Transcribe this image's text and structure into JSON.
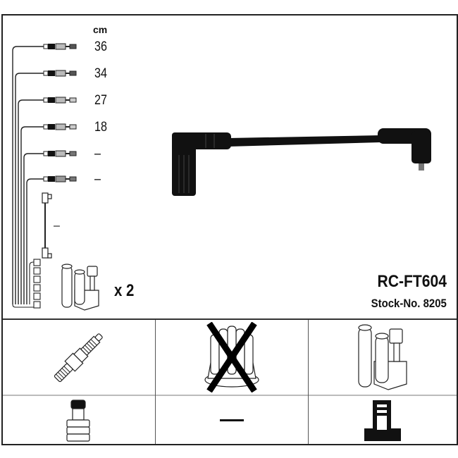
{
  "header": {
    "unit_label": "cm",
    "part_number": "RC-FT604",
    "stock_number": "Stock-No. 8205",
    "coil_quantity": "x 2"
  },
  "cable_lengths": [
    {
      "length": "36"
    },
    {
      "length": "34"
    },
    {
      "length": "27"
    },
    {
      "length": "18"
    },
    {
      "length": "–"
    },
    {
      "length": "–"
    }
  ],
  "vertical_cable_label": "–",
  "main_image": {
    "icon": "ignition-lead-icon",
    "description": "Single black ignition lead with angled boots at both ends"
  },
  "compatibility_grid": {
    "rows": [
      [
        {
          "icon": "spark-plug-icon",
          "excluded": false
        },
        {
          "icon": "distributor-cap-icon",
          "excluded": true
        },
        {
          "icon": "ignition-coil-icon",
          "excluded": false
        }
      ],
      [
        {
          "icon": "plug-terminal-icon",
          "text": ""
        },
        {
          "icon": "none",
          "text": "—"
        },
        {
          "icon": "coil-terminal-icon",
          "text": ""
        }
      ]
    ]
  },
  "colors": {
    "line": "#222222",
    "divider_light": "#bbbbbb",
    "background": "#ffffff",
    "cable": "#111111"
  }
}
